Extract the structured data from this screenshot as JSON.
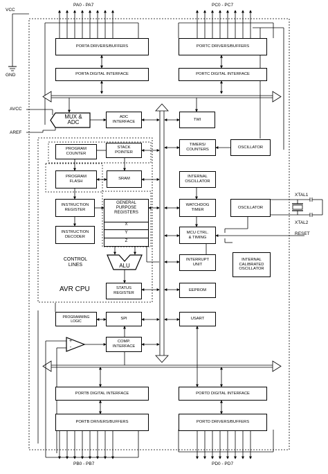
{
  "pins": {
    "vcc": "VCC",
    "gnd": "GND",
    "avcc": "AVCC",
    "aref": "AREF",
    "reset": "RESET",
    "xtal1": "XTAL1",
    "xtal2": "XTAL2",
    "pa": "PA0 - PA7",
    "pc": "PC0 - PC7",
    "pb": "PB0 - PB7",
    "pd": "PD0 - PD7"
  },
  "blocks": {
    "porta_drivers": "PORTA DRIVERS/BUFFERS",
    "porta_digital": "PORTA DIGITAL INTERFACE",
    "portc_drivers": "PORTC DRIVERS/BUFFERS",
    "portc_digital": "PORTC DIGITAL INTERFACE",
    "mux_adc": "MUX &\nADC",
    "adc_interface": "ADC\nINTERFACE",
    "twi": "TWI",
    "program_counter": "PROGRAM\nCOUNTER",
    "stack_pointer": "STACK\nPOINTER",
    "timers_counters": "TIMERS/\nCOUNTERS",
    "oscillator_1": "OSCILLATOR",
    "program_flash": "PROGRAM\nFLASH",
    "sram": "SRAM",
    "internal_oscillator": "INTERNAL\nOSCILLATOR",
    "instruction_register": "INSTRUCTION\nREGISTER",
    "gp_registers": "GENERAL\nPURPOSE\nREGISTERS",
    "reg_x": "X",
    "reg_y": "Y",
    "reg_z": "Z",
    "watchdog_timer": "WATCHDOG\nTIMER",
    "oscillator_2": "OSCILLATOR",
    "instruction_decoder": "INSTRUCTION\nDECODER",
    "mcu_ctrl": "MCU CTRL.\n& TIMING",
    "control_lines": "CONTROL\nLINES",
    "alu": "ALU",
    "interrupt_unit": "INTERRUPT\nUNIT",
    "internal_calibrated_oscillator": "INTERNAL\nCALIBRATED\nOSCILLATOR",
    "avr_cpu": "AVR CPU",
    "status_register": "STATUS\nREGISTER",
    "eeprom": "EEPROM",
    "programming_logic": "PROGRAMMING\nLOGIC",
    "spi": "SPI",
    "usart": "USART",
    "comp_plus": "+",
    "comp_minus": "-",
    "comp_interface": "COMP.\nINTERFACE",
    "portb_digital": "PORTB DIGITAL INTERFACE",
    "portb_drivers": "PORTB DRIVERS/BUFFERS",
    "portd_digital": "PORTD DIGITAL INTERFACE",
    "portd_drivers": "PORTD DRIVERS/BUFFERS"
  }
}
